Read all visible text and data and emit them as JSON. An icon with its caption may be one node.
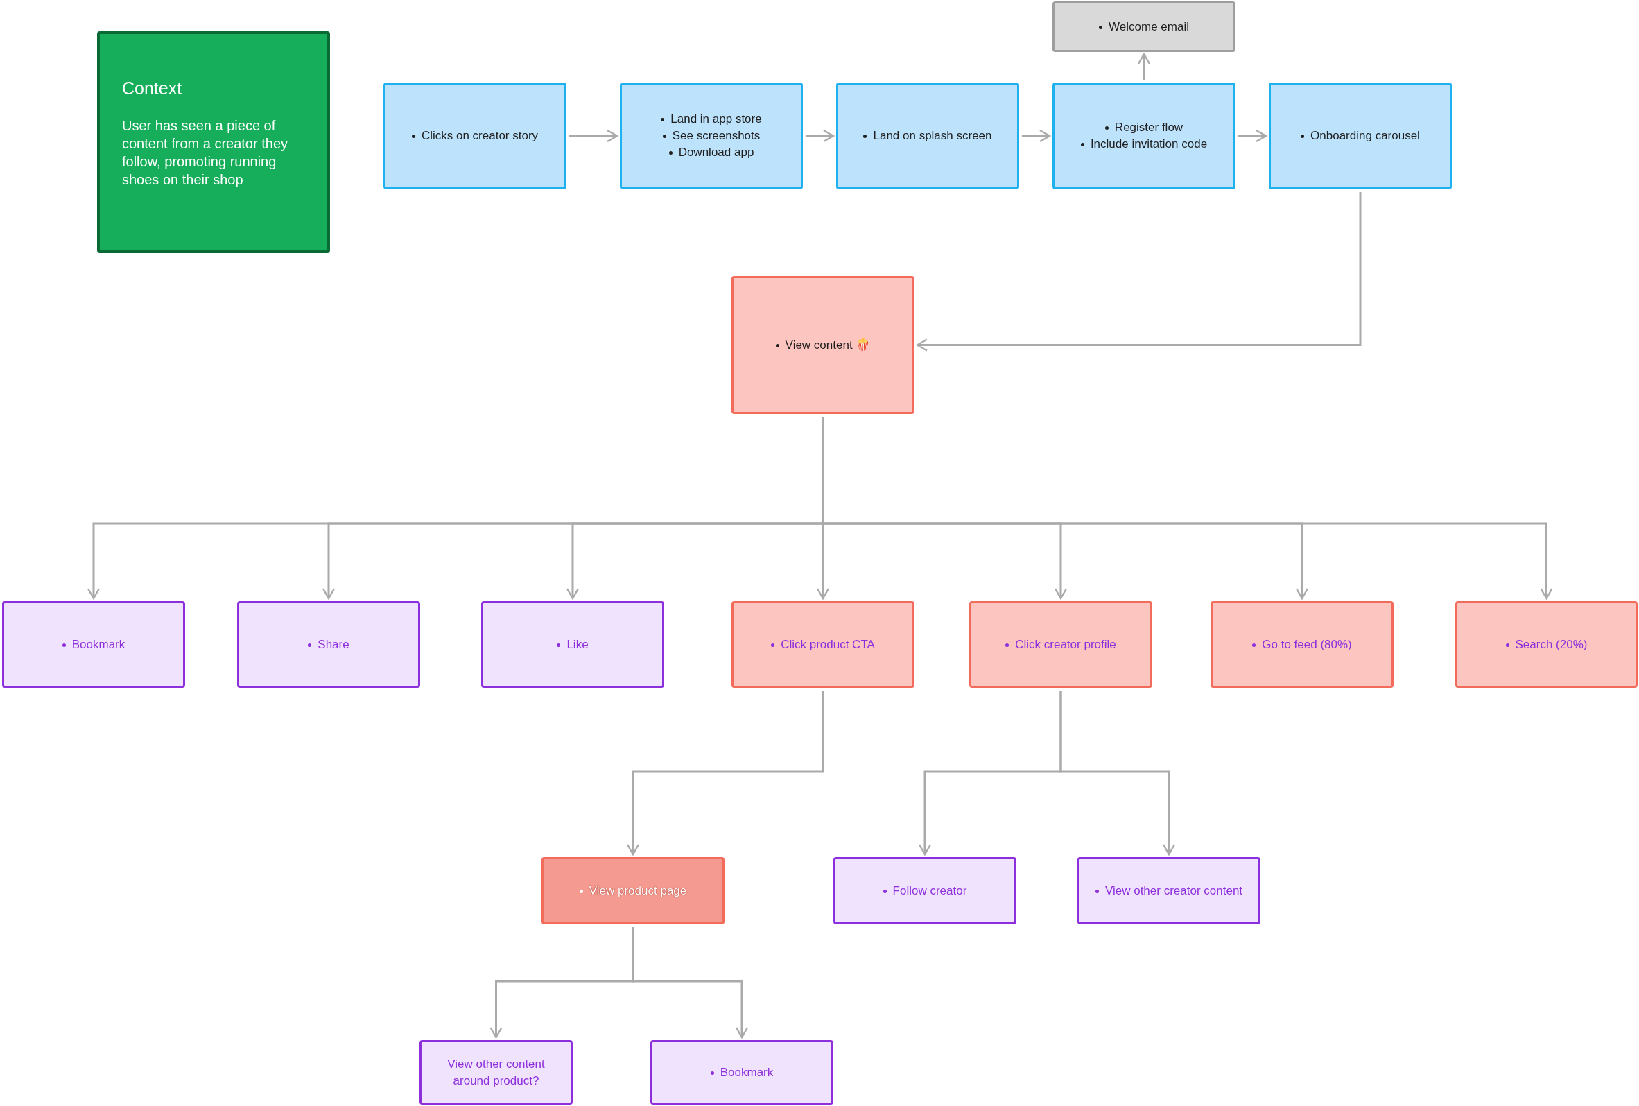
{
  "diagram": {
    "nodes": [
      {
        "text": [
          "Context",
          "User has seen a piece of content from a creator they follow, promoting running shoes on their shop"
        ]
      },
      {
        "text": [
          "Clicks on creator story"
        ]
      },
      {
        "text": [
          "Land in app store",
          "See screenshots",
          "Download app"
        ]
      },
      {
        "text": [
          "Land on splash screen"
        ]
      },
      {
        "text": [
          "Register flow",
          "Include invitation code"
        ]
      },
      {
        "text": [
          "Onboarding carousel"
        ]
      },
      {
        "text": [
          "Welcome email"
        ]
      },
      {
        "text": [
          "View content 🍿"
        ]
      },
      {
        "text": [
          "Bookmark"
        ]
      },
      {
        "text": [
          "Share"
        ]
      },
      {
        "text": [
          "Like"
        ]
      },
      {
        "text": [
          "Click product CTA"
        ]
      },
      {
        "text": [
          "Click creator profile"
        ]
      },
      {
        "text": [
          "Go to feed (80%)"
        ]
      },
      {
        "text": [
          "Search (20%)"
        ]
      },
      {
        "text": [
          "View product page"
        ]
      },
      {
        "text": [
          "Follow creator"
        ]
      },
      {
        "text": [
          "View other creator content"
        ]
      },
      {
        "text": [
          "View other content around product?"
        ]
      },
      {
        "text": [
          "Bookmark"
        ]
      }
    ],
    "edges": [
      {
        "from": 1,
        "to": 2,
        "arrow": "to"
      },
      {
        "from": 2,
        "to": 3,
        "arrow": "to"
      },
      {
        "from": 3,
        "to": 4,
        "arrow": "to"
      },
      {
        "from": 4,
        "to": 5,
        "arrow": "to"
      },
      {
        "from": 4,
        "to": 6,
        "arrow": "to"
      },
      {
        "from": 5,
        "to": 7,
        "arrow": "to"
      },
      {
        "from": 7,
        "to": 8,
        "arrow": "to"
      },
      {
        "from": 7,
        "to": 9,
        "arrow": "to"
      },
      {
        "from": 7,
        "to": 10,
        "arrow": "to"
      },
      {
        "from": 7,
        "to": 11,
        "arrow": "to"
      },
      {
        "from": 7,
        "to": 12,
        "arrow": "to"
      },
      {
        "from": 7,
        "to": 13,
        "arrow": "to"
      },
      {
        "from": 7,
        "to": 14,
        "arrow": "to"
      },
      {
        "from": 11,
        "to": 15,
        "arrow": "to"
      },
      {
        "from": 12,
        "to": 16,
        "arrow": "to"
      },
      {
        "from": 12,
        "to": 17,
        "arrow": "to"
      },
      {
        "from": 15,
        "to": 18,
        "arrow": "to"
      },
      {
        "from": 15,
        "to": 19,
        "arrow": "to"
      }
    ]
  }
}
